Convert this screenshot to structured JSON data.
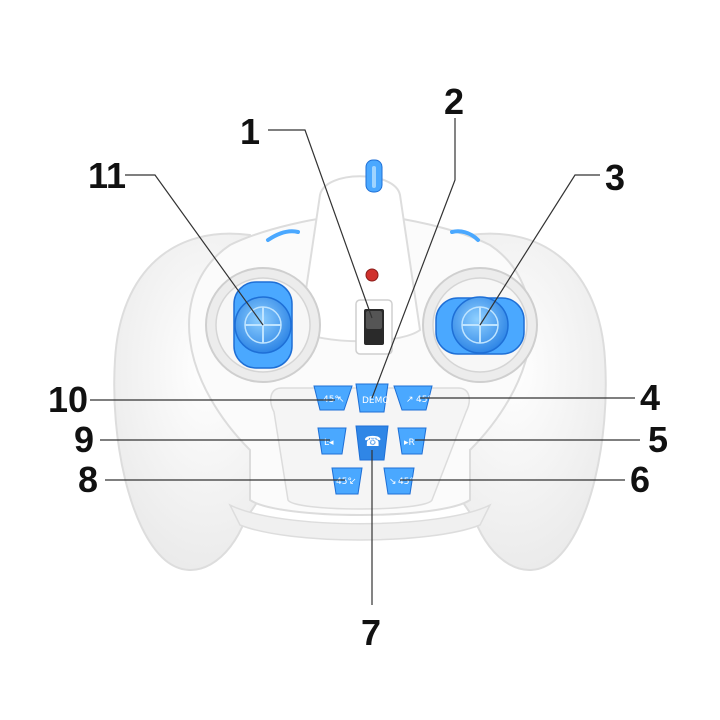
{
  "colors": {
    "accent": "#4aa8ff",
    "accent_dark": "#1e6fd6",
    "body": "#fafafa",
    "outline": "#dcdcdc",
    "led": "#d0312d"
  },
  "buttons": {
    "demo": "DEMO",
    "deg45_left_up": "45°",
    "deg45_right_up": "45°",
    "deg45_left_down": "45°",
    "deg45_right_down": "45°"
  },
  "callouts": [
    "1",
    "2",
    "3",
    "4",
    "5",
    "6",
    "7",
    "8",
    "9",
    "10",
    "11"
  ]
}
